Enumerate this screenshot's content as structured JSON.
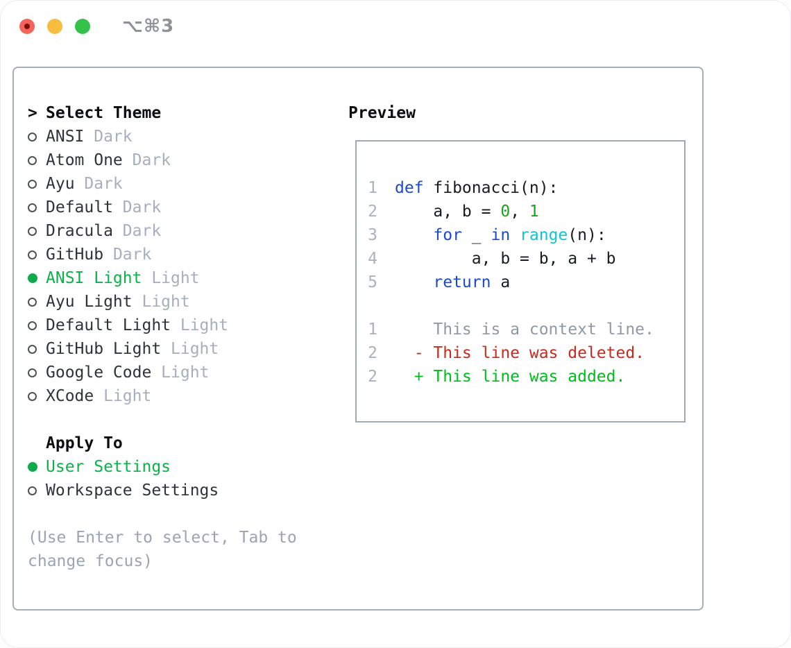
{
  "window": {
    "titlebar_label": "⌥⌘3"
  },
  "theme_panel": {
    "prompt": ">",
    "title": "Select Theme",
    "themes": [
      {
        "name": "ANSI",
        "variant": "Dark",
        "selected": false
      },
      {
        "name": "Atom One",
        "variant": "Dark",
        "selected": false
      },
      {
        "name": "Ayu",
        "variant": "Dark",
        "selected": false
      },
      {
        "name": "Default",
        "variant": "Dark",
        "selected": false
      },
      {
        "name": "Dracula",
        "variant": "Dark",
        "selected": false
      },
      {
        "name": "GitHub",
        "variant": "Dark",
        "selected": false
      },
      {
        "name": "ANSI Light",
        "variant": "Light",
        "selected": true
      },
      {
        "name": "Ayu Light",
        "variant": "Light",
        "selected": false
      },
      {
        "name": "Default Light",
        "variant": "Light",
        "selected": false
      },
      {
        "name": "GitHub Light",
        "variant": "Light",
        "selected": false
      },
      {
        "name": "Google Code",
        "variant": "Light",
        "selected": false
      },
      {
        "name": "XCode",
        "variant": "Light",
        "selected": false
      }
    ],
    "apply_to_title": "Apply To",
    "apply_options": [
      {
        "label": "User Settings",
        "selected": true
      },
      {
        "label": "Workspace Settings",
        "selected": false
      }
    ],
    "hint": "(Use Enter to select, Tab to change focus)"
  },
  "preview": {
    "title": "Preview",
    "lines": [
      {
        "num": "1",
        "tokens": [
          {
            "c": "kw",
            "t": "def"
          },
          {
            "c": "fg",
            "t": " fibonacci(n):"
          }
        ]
      },
      {
        "num": "2",
        "tokens": [
          {
            "c": "fg",
            "t": "    a, b = "
          },
          {
            "c": "num",
            "t": "0"
          },
          {
            "c": "fg",
            "t": ", "
          },
          {
            "c": "num",
            "t": "1"
          }
        ]
      },
      {
        "num": "3",
        "tokens": [
          {
            "c": "fg",
            "t": "    "
          },
          {
            "c": "kw",
            "t": "for"
          },
          {
            "c": "fg",
            "t": " _ "
          },
          {
            "c": "kw",
            "t": "in"
          },
          {
            "c": "fg",
            "t": " "
          },
          {
            "c": "fn",
            "t": "range"
          },
          {
            "c": "fg",
            "t": "(n):"
          }
        ]
      },
      {
        "num": "4",
        "tokens": [
          {
            "c": "fg",
            "t": "        a, b = b, a + b"
          }
        ]
      },
      {
        "num": "5",
        "tokens": [
          {
            "c": "fg",
            "t": "    "
          },
          {
            "c": "kw",
            "t": "return"
          },
          {
            "c": "fg",
            "t": " a"
          }
        ]
      },
      {
        "num": "",
        "tokens": []
      },
      {
        "num": "1",
        "tokens": [
          {
            "c": "ctx",
            "t": "    This is a context line."
          }
        ]
      },
      {
        "num": "2",
        "tokens": [
          {
            "c": "del",
            "t": "  - This line was deleted."
          }
        ]
      },
      {
        "num": "2",
        "tokens": [
          {
            "c": "add",
            "t": "  + This line was added."
          }
        ]
      }
    ]
  },
  "colors": {
    "accent_green": "#0fab4b",
    "selected_text_green": "#0cb249",
    "diff_add_green": "#00bd1c",
    "diff_del_red": "#c92a1d",
    "context_gray": "#8f99a4",
    "code_keyword_blue": "#1d49cd",
    "code_builtin_cyan": "#12c4cc",
    "code_number_green": "#16a51b",
    "code_text": "#181c22",
    "muted_gray": "#a6afbc",
    "hint_gray": "#9aa4b2",
    "border_gray": "#a0a8b2",
    "traffic_red": "#f4645a",
    "traffic_red_dot": "#7e0d05",
    "traffic_yellow": "#f6bd40",
    "traffic_green": "#35c24a"
  }
}
